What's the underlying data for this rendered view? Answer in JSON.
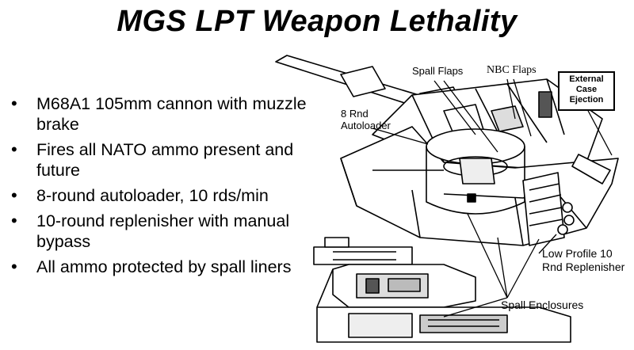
{
  "slide": {
    "title": "MGS LPT Weapon Lethality",
    "bullets": [
      "M68A1 105mm cannon with muzzle brake",
      "Fires all NATO ammo present and future",
      "8-round autoloader, 10 rds/min",
      "10-round replenisher with manual bypass",
      "All ammo protected by spall liners"
    ]
  },
  "diagram": {
    "labels": {
      "spall_flaps": "Spall Flaps",
      "nbc_flaps": "NBC Flaps",
      "external_case_ejection": "External Case Ejection",
      "autoloader": "8 Rnd Autoloader",
      "replenisher": "Low Profile 10 Rnd Replenisher",
      "spall_enclosures": "Spall Enclosures"
    }
  }
}
